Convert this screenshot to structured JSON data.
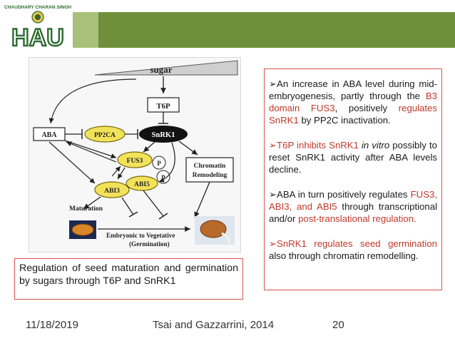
{
  "header": {
    "logo_text_top": "CHAUDHARY CHARAN SINGH",
    "logo_letters": "HAU",
    "colors": {
      "bar_dark": "#6f8f3a",
      "bar_light": "#a8c07a",
      "accent_red": "#c0392b"
    }
  },
  "figure": {
    "nodes": {
      "sugar": "sugar",
      "t6p": "T6P",
      "aba": "ABA",
      "pp2ca": "PP2CA",
      "snrk1": "SnRK1",
      "fus3": "FUS3",
      "p1": "P",
      "p2": "P",
      "abi5": "ABI5",
      "abi3": "ABI3",
      "chromatin_line1": "Chromatin",
      "chromatin_line2": "Remodeling",
      "maturation": "Maturation",
      "germination": "Embryonic to Vegetative",
      "germination_sub": "(Germination)"
    }
  },
  "callout": {
    "p1_a": "➢An increase in ABA level during mid-embryogenesis, partly through the ",
    "p1_hl": "B3 domain FUS3",
    "p1_b": ", positively ",
    "p1_hl2": "regulates SnRK1",
    "p1_c": " by PP2C inactivation.",
    "p2_hl": "➢T6P inhibits SnRK1",
    "p2_it": " in vitro",
    "p2_b": " possibly to reset SnRK1 activity after ABA levels decline.",
    "p3_a": "➢ABA in turn positively regulates ",
    "p3_hl": "FUS3, ABI3, and ABI5",
    "p3_b": " through transcriptional and/or ",
    "p3_hl2": "post-translational regulation.",
    "p4_hl": "➢SnRK1 regulates seed germination",
    "p4_b": " also through chromatin remodelling."
  },
  "caption": {
    "text": "Regulation of seed maturation and germination by sugars through T6P and SnRK1"
  },
  "footer": {
    "date": "11/18/2019",
    "citation": "Tsai and Gazzarrini, 2014",
    "page": "20"
  }
}
